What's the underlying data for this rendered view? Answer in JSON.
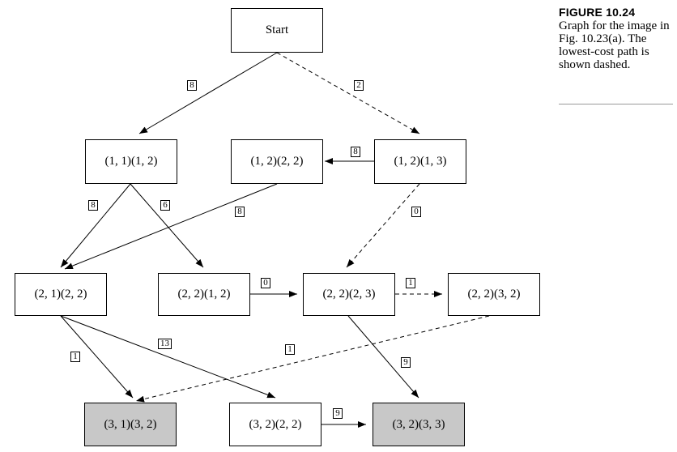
{
  "caption": {
    "figure_label": "FIGURE 10.24",
    "text": "Graph for the image in Fig. 10.23(a). The lowest-cost path is shown dashed."
  },
  "nodes": {
    "start": {
      "label": "Start",
      "shaded": false
    },
    "n_11_12": {
      "label": "(1, 1)(1, 2)",
      "shaded": false
    },
    "n_12_22": {
      "label": "(1, 2)(2, 2)",
      "shaded": false
    },
    "n_12_13": {
      "label": "(1, 2)(1, 3)",
      "shaded": false
    },
    "n_21_22": {
      "label": "(2, 1)(2, 2)",
      "shaded": false
    },
    "n_22_12": {
      "label": "(2, 2)(1, 2)",
      "shaded": false
    },
    "n_22_23": {
      "label": "(2, 2)(2, 3)",
      "shaded": false
    },
    "n_22_32": {
      "label": "(2, 2)(3, 2)",
      "shaded": false
    },
    "n_31_32": {
      "label": "(3, 1)(3, 2)",
      "shaded": true
    },
    "n_32_22": {
      "label": "(3, 2)(2, 2)",
      "shaded": false
    },
    "n_32_33": {
      "label": "(3, 2)(3, 3)",
      "shaded": true
    }
  },
  "edges": [
    {
      "from": "start",
      "to": "n_11_12",
      "weight": "8",
      "dashed": false
    },
    {
      "from": "start",
      "to": "n_12_13",
      "weight": "2",
      "dashed": true
    },
    {
      "from": "n_12_13",
      "to": "n_12_22",
      "weight": "8",
      "dashed": false
    },
    {
      "from": "n_11_12",
      "to": "n_21_22",
      "weight": "8",
      "dashed": false
    },
    {
      "from": "n_11_12",
      "to": "n_22_12",
      "weight": "6",
      "dashed": false
    },
    {
      "from": "n_12_22",
      "to": "n_21_22",
      "weight": "8",
      "dashed": false
    },
    {
      "from": "n_12_13",
      "to": "n_22_23",
      "weight": "0",
      "dashed": true
    },
    {
      "from": "n_22_12",
      "to": "n_22_23",
      "weight": "0",
      "dashed": false
    },
    {
      "from": "n_22_23",
      "to": "n_22_32",
      "weight": "1",
      "dashed": true
    },
    {
      "from": "n_21_22",
      "to": "n_31_32",
      "weight": "1",
      "dashed": false
    },
    {
      "from": "n_21_22",
      "to": "n_32_22",
      "weight": "13",
      "dashed": false
    },
    {
      "from": "n_22_32",
      "to": "n_31_32",
      "weight": "1",
      "dashed": true
    },
    {
      "from": "n_22_23",
      "to": "n_32_33",
      "weight": "9",
      "dashed": false
    },
    {
      "from": "n_32_22",
      "to": "n_32_33",
      "weight": "9",
      "dashed": false
    }
  ]
}
